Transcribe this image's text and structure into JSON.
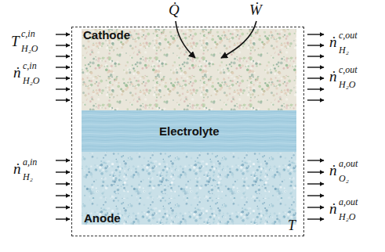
{
  "diagram": {
    "nodes": [
      {
        "text": [
          "T"
        ]
      },
      {
        "text": [
          "Cathode"
        ],
        "in": 0
      },
      {
        "text": [
          "Electrolyte"
        ],
        "in": 0
      },
      {
        "text": [
          "Anode"
        ],
        "in": 0
      }
    ],
    "labels": [
      "Q̇",
      "Ẇ",
      "T",
      "c,in",
      "H₂O",
      "ṅ",
      "c,in",
      "H₂O",
      "ṅ",
      "a,in",
      "H₂",
      "ṅ",
      "c,out",
      "H₂",
      "ṅ",
      "c,out",
      "H₂O",
      "ṅ",
      "a,out",
      "O₂",
      "ṅ",
      "a,out",
      "H₂O"
    ]
  }
}
